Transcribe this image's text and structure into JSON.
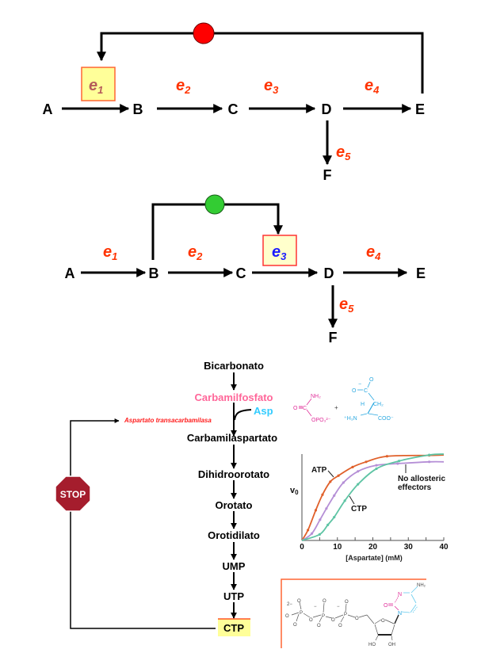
{
  "diagram_feedback_inhibition": {
    "metabolites": [
      "A",
      "B",
      "C",
      "D",
      "E",
      "F"
    ],
    "enzymes": [
      {
        "letter": "e",
        "sub": "1"
      },
      {
        "letter": "e",
        "sub": "2"
      },
      {
        "letter": "e",
        "sub": "3"
      },
      {
        "letter": "e",
        "sub": "4"
      },
      {
        "letter": "e",
        "sub": "5"
      }
    ],
    "regulated_enzyme": "e1",
    "regulator_signal": "inhibition",
    "colors": {
      "regulator": "#ff0000",
      "enzyme_label": "#ff3300",
      "regulated_label": "#b55a5a",
      "box_fill": "#ffff99",
      "box_border": "#ff6633"
    }
  },
  "diagram_feedforward_activation": {
    "metabolites": [
      "A",
      "B",
      "C",
      "D",
      "E",
      "F"
    ],
    "enzymes": [
      {
        "letter": "e",
        "sub": "1"
      },
      {
        "letter": "e",
        "sub": "2"
      },
      {
        "letter": "e",
        "sub": "3"
      },
      {
        "letter": "e",
        "sub": "4"
      },
      {
        "letter": "e",
        "sub": "5"
      }
    ],
    "regulated_enzyme": "e3",
    "regulator_signal": "activation",
    "colors": {
      "regulator": "#33cc33",
      "enzyme_label": "#ff3300",
      "regulated_label": "#1a1aff",
      "box_fill": "#ffffcc",
      "box_border": "#ff3333"
    }
  },
  "pyrimidine_pathway": {
    "steps": [
      "Bicarbonato",
      "Carbamilfosfato",
      "Carbamilaspartato",
      "Dihidroorotato",
      "Orotato",
      "Orotidilato",
      "UMP",
      "UTP",
      "CTP"
    ],
    "cosubstrate": "Asp",
    "regulated_enzyme": "Aspartato transacarbamilasa",
    "stop_sign": "STOP",
    "colors": {
      "carbamilfosfato": "#ff6699",
      "asp": "#33ccff",
      "enzyme": "#ff1a1a",
      "ctp_fill": "#ffff99",
      "stop": "#a51d2d"
    }
  },
  "molecules": {
    "carbamoyl_phosphate": {
      "nh2": "NH₂",
      "o": "O",
      "c": "C",
      "opo3": "OPO₃²⁻"
    },
    "plus": "+",
    "aspartate": {
      "charge": "−",
      "o1": "O",
      "o2": "O",
      "c": "C",
      "h": "H",
      "ch2": "CH₂",
      "nh3": "⁺H₃N",
      "coo": "COO⁻"
    },
    "ctp": {
      "charge2": "2−",
      "charge1a": "−",
      "charge1b": "−",
      "p": "P",
      "o": "O",
      "n": "N",
      "nh2": "NH₂",
      "ho": "HO",
      "oh": "OH"
    }
  },
  "chart_data": {
    "type": "line",
    "title": "",
    "xlabel": "[Aspartate] (mM)",
    "ylabel": {
      "main": "v",
      "sub": "0"
    },
    "xlim": [
      0,
      40
    ],
    "ylim": [
      0,
      1
    ],
    "xticks": [
      0,
      10,
      20,
      30,
      40
    ],
    "xminor_step": 5,
    "grid": false,
    "series": [
      {
        "name": "ATP",
        "color": "#e0602a",
        "x": [
          1.7,
          3.9,
          5.8,
          8.0,
          10.3,
          14.3,
          18.1,
          24.0,
          35.9
        ],
        "y": [
          0.12,
          0.35,
          0.53,
          0.68,
          0.75,
          0.85,
          0.91,
          0.975,
          0.985
        ],
        "y_at_xmax": 0.99
      },
      {
        "name": "No allosteric effectors",
        "color": "#b58fd6",
        "x": [
          2.8,
          5.1,
          6.9,
          9.1,
          11.7,
          15.8,
          21.0,
          27.0,
          35.9
        ],
        "y": [
          0.08,
          0.24,
          0.37,
          0.52,
          0.67,
          0.8,
          0.87,
          0.89,
          0.91
        ],
        "y_at_xmax": 0.91
      },
      {
        "name": "CTP",
        "color": "#5ec4a4",
        "x": [
          5.0,
          7.3,
          9.1,
          12.1,
          15.8,
          21.0,
          27.4,
          35.9
        ],
        "y": [
          0.07,
          0.18,
          0.27,
          0.46,
          0.65,
          0.83,
          0.92,
          0.99
        ],
        "y_at_xmax": 1.0
      }
    ],
    "annotations": {
      "atp": "ATP",
      "ctp": "CTP",
      "none_line1": "No allosteric",
      "none_line2": "effectors"
    }
  }
}
